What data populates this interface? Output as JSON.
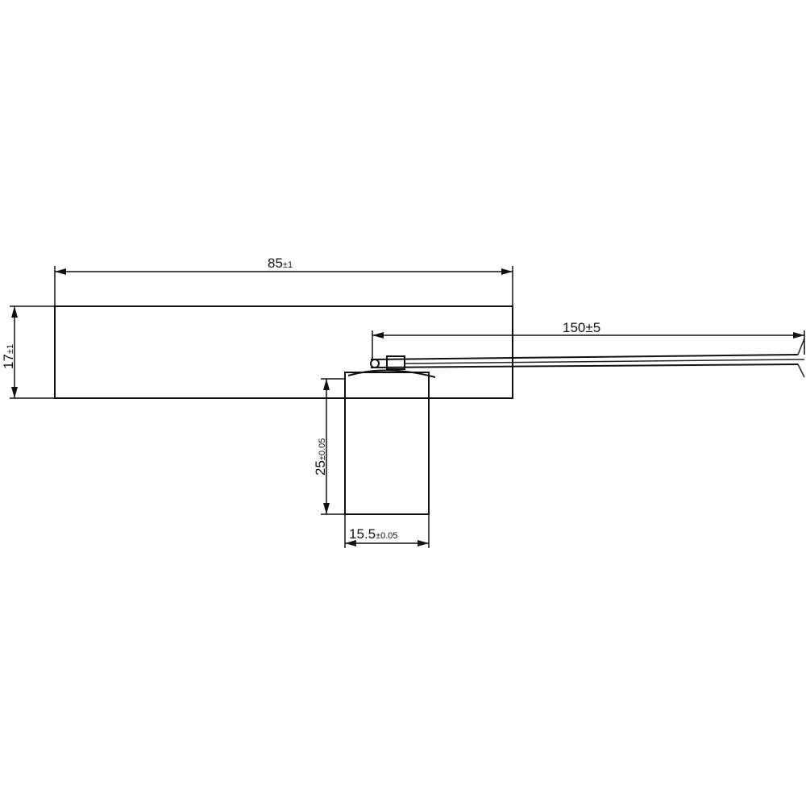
{
  "dimensions": {
    "length": {
      "value": "85",
      "tolerance": "±1"
    },
    "height": {
      "value": "17",
      "tolerance": "±1"
    },
    "cable_length": {
      "value": "150±5"
    },
    "connector_height": {
      "value": "25",
      "tolerance": "±0.05"
    },
    "connector_width": {
      "value": "15.5",
      "tolerance": "±0.05"
    }
  }
}
